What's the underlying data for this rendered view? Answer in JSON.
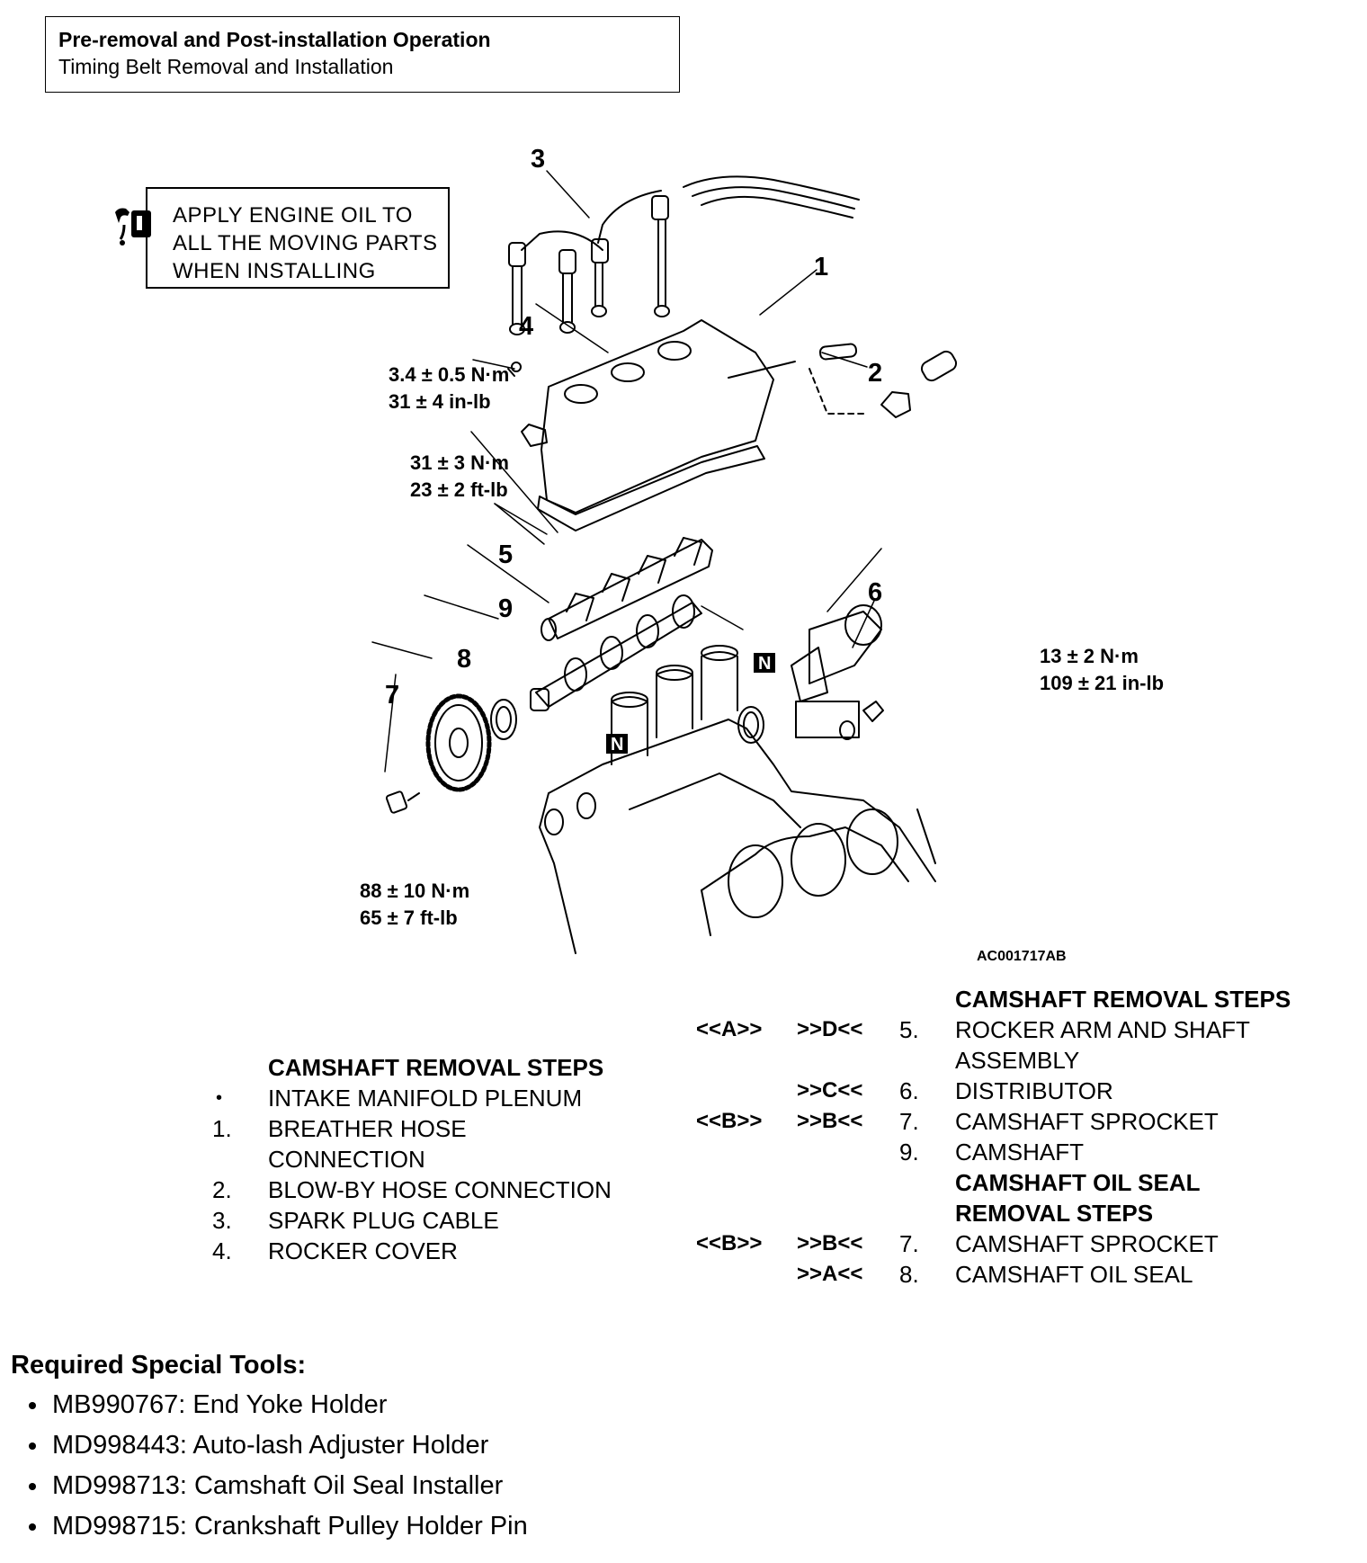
{
  "header": {
    "title": "Pre-removal and Post-installation Operation",
    "subtitle": "Timing Belt Removal and Installation"
  },
  "oil_note": {
    "icon": "oil-can-icon",
    "lines": [
      "APPLY ENGINE OIL TO",
      "ALL THE MOVING PARTS",
      "WHEN INSTALLING"
    ]
  },
  "diagram": {
    "figure_id": "AC001717AB",
    "callouts": [
      "1",
      "2",
      "3",
      "4",
      "5",
      "6",
      "7",
      "8",
      "9"
    ],
    "n_badge": "N",
    "torque": {
      "rocker_cover": [
        "3.4 ± 0.5 N·m",
        "31 ± 4 in-lb"
      ],
      "rocker_shaft": [
        "31 ± 3 N·m",
        "23 ± 2 ft-lb"
      ],
      "distributor": [
        "13 ± 2 N·m",
        "109 ± 21 in-lb"
      ],
      "sprocket": [
        "88 ± 10 N·m",
        "65 ± 7 ft-lb"
      ]
    }
  },
  "left_steps": {
    "heading": "CAMSHAFT REMOVAL STEPS",
    "items": [
      {
        "num": "•",
        "text": "INTAKE MANIFOLD PLENUM"
      },
      {
        "num": "1.",
        "text": "BREATHER HOSE"
      },
      {
        "num": "",
        "text": "CONNECTION"
      },
      {
        "num": "2.",
        "text": "BLOW-BY HOSE CONNECTION"
      },
      {
        "num": "3.",
        "text": "SPARK PLUG CABLE"
      },
      {
        "num": "4.",
        "text": "ROCKER COVER"
      }
    ]
  },
  "right_steps": {
    "heading": "CAMSHAFT REMOVAL STEPS",
    "items": [
      {
        "m1": "<<A>>",
        "m2": ">>D<<",
        "num": "5.",
        "text": "ROCKER ARM AND SHAFT"
      },
      {
        "m1": "",
        "m2": "",
        "num": "",
        "text": "ASSEMBLY"
      },
      {
        "m1": "",
        "m2": ">>C<<",
        "num": "6.",
        "text": "DISTRIBUTOR"
      },
      {
        "m1": "<<B>>",
        "m2": ">>B<<",
        "num": "7.",
        "text": "CAMSHAFT SPROCKET"
      },
      {
        "m1": "",
        "m2": "",
        "num": "9.",
        "text": "CAMSHAFT"
      }
    ],
    "seal_heading_1": "CAMSHAFT OIL SEAL",
    "seal_heading_2": "REMOVAL STEPS",
    "seal_items": [
      {
        "m1": "<<B>>",
        "m2": ">>B<<",
        "num": "7.",
        "text": "CAMSHAFT SPROCKET"
      },
      {
        "m1": "",
        "m2": ">>A<<",
        "num": "8.",
        "text": "CAMSHAFT OIL SEAL"
      }
    ]
  },
  "tools": {
    "title": "Required Special Tools:",
    "items": [
      "MB990767: End Yoke Holder",
      "MD998443: Auto-lash Adjuster Holder",
      "MD998713: Camshaft Oil Seal Installer",
      "MD998715: Crankshaft Pulley Holder Pin"
    ]
  }
}
